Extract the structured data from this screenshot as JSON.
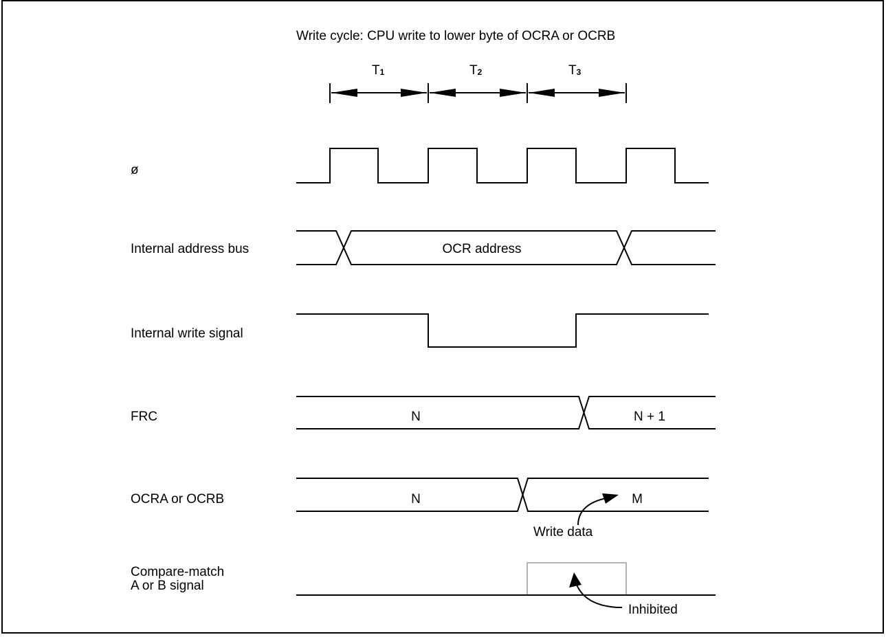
{
  "title": "Write cycle:  CPU write to lower byte of OCRA or OCRB",
  "periods": [
    {
      "letter": "T",
      "num": "1"
    },
    {
      "letter": "T",
      "num": "2"
    },
    {
      "letter": "T",
      "num": "3"
    }
  ],
  "signals": {
    "clock": "ø",
    "address_bus": "Internal address bus",
    "write_signal": "Internal write signal",
    "frc": "FRC",
    "ocr": "OCRA or OCRB",
    "compare_line1": "Compare-match",
    "compare_line2": "A or B signal"
  },
  "values": {
    "ocr_address": "OCR address",
    "frc_before": "N",
    "frc_after": "N + 1",
    "ocr_before": "N",
    "ocr_after": "M",
    "write_data": "Write data",
    "inhibited": "Inhibited"
  },
  "colors": {
    "line": "#000000",
    "inhibit_box": "#b3b3b3",
    "border": "#000000"
  }
}
